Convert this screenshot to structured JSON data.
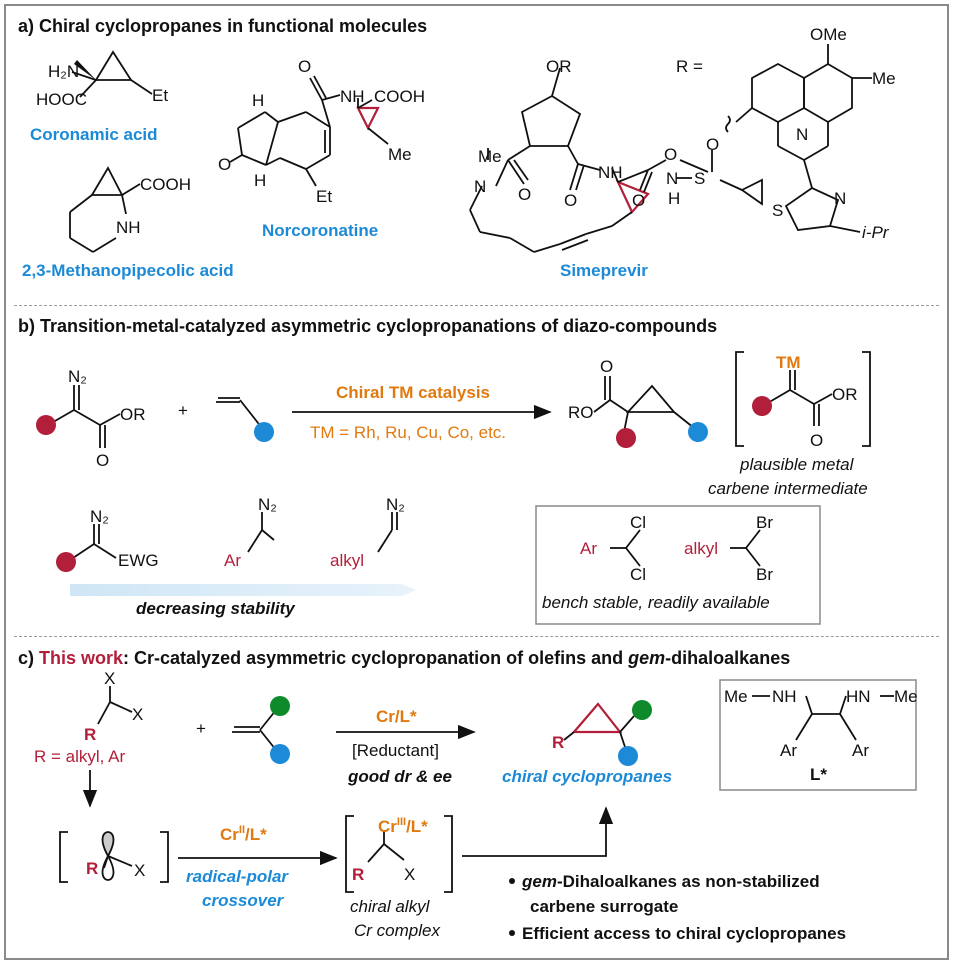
{
  "section_a": {
    "title": "a) Chiral cyclopropanes in functional molecules",
    "coronamic": {
      "name": "Coronamic acid",
      "nh2": "H₂N",
      "cooh": "HOOC",
      "et": "Et"
    },
    "methanopipecolic": {
      "name": "2,3-Methanopipecolic acid",
      "cooh": "COOH",
      "nh": "NH"
    },
    "norcoronatine": {
      "name": "Norcoronatine",
      "h_top": "H",
      "h_bottom": "H",
      "o": "O",
      "o_amide": "O",
      "nh": "NH",
      "cooh": "COOH",
      "me": "Me",
      "et": "Et"
    },
    "simeprevir": {
      "name": "Simeprevir",
      "or": "OR",
      "me": "Me",
      "n": "N",
      "o1": "O",
      "o2": "O",
      "o3": "O",
      "nh1": "NH",
      "nh2": "N",
      "h": "H",
      "s": "S",
      "o_s1": "O",
      "o_s2": "O"
    },
    "r_group": {
      "label": "R =",
      "ome": "OMe",
      "me": "Me",
      "n": "N",
      "n2": "N",
      "s": "S",
      "ipr": "i-Pr"
    }
  },
  "section_b": {
    "title": "b) Transition-metal-catalyzed asymmetric cyclopropanations of diazo-compounds",
    "diazo": {
      "n2": "N₂",
      "or": "OR",
      "o": "O"
    },
    "plus": "+",
    "arrow_top": "Chiral TM catalysis",
    "arrow_bottom": "TM = Rh, Ru, Cu, Co, etc.",
    "product": {
      "ro": "RO",
      "o": "O"
    },
    "intermediate": {
      "tm": "TM",
      "or": "OR",
      "o": "O",
      "caption1": "plausible metal",
      "caption2": "carbene intermediate"
    },
    "stability": {
      "n2a": "N₂",
      "ewg": "EWG",
      "n2b": "N₂",
      "ar": "Ar",
      "n2c": "N₂",
      "alkyl": "alkyl",
      "label": "decreasing stability"
    },
    "box": {
      "ar": "Ar",
      "cl1": "Cl",
      "cl2": "Cl",
      "alkyl": "alkyl",
      "br1": "Br",
      "br2": "Br",
      "caption": "bench stable, readily available"
    }
  },
  "section_c": {
    "title_a": "c) ",
    "title_b": "This work",
    "title_c": ": Cr-catalyzed asymmetric cyclopropanation of olefins and ",
    "title_d": "gem",
    "title_e": "-dihaloalkanes",
    "dihalo": {
      "x1": "X",
      "x2": "X",
      "r": "R",
      "r_def": "R = alkyl, Ar"
    },
    "plus": "+",
    "arrow_top": "Cr/L*",
    "arrow_mid": "[Reductant]",
    "arrow_bottom": "good dr & ee",
    "product": {
      "r": "R",
      "label": "chiral cyclopropanes"
    },
    "ligand": {
      "me1": "Me",
      "nh1": "NH",
      "hn2": "HN",
      "me2": "Me",
      "ar1": "Ar",
      "ar2": "Ar",
      "label": "L*"
    },
    "radical": {
      "r": "R",
      "x": "X"
    },
    "arrow2_top": "Cr",
    "arrow2_top_sup": "II",
    "arrow2_top_tail": "/L*",
    "arrow2_b1": "radical-polar",
    "arrow2_b2": "crossover",
    "cr_complex": {
      "cr": "Cr",
      "sup": "III",
      "tail": "/L*",
      "r": "R",
      "x": "X",
      "cap1": "chiral alkyl",
      "cap2": "Cr complex"
    },
    "bullets": {
      "b1_em": "gem",
      "b1_rest": "-Dihaloalkanes as non-stabilized",
      "b1_line2": "carbene surrogate",
      "b2": "Efficient access to chiral cyclopropanes"
    }
  },
  "colors": {
    "red": "#b21f3a",
    "blue": "#1c8ad6",
    "green": "#0f8a2a",
    "orange": "#e07a10"
  }
}
